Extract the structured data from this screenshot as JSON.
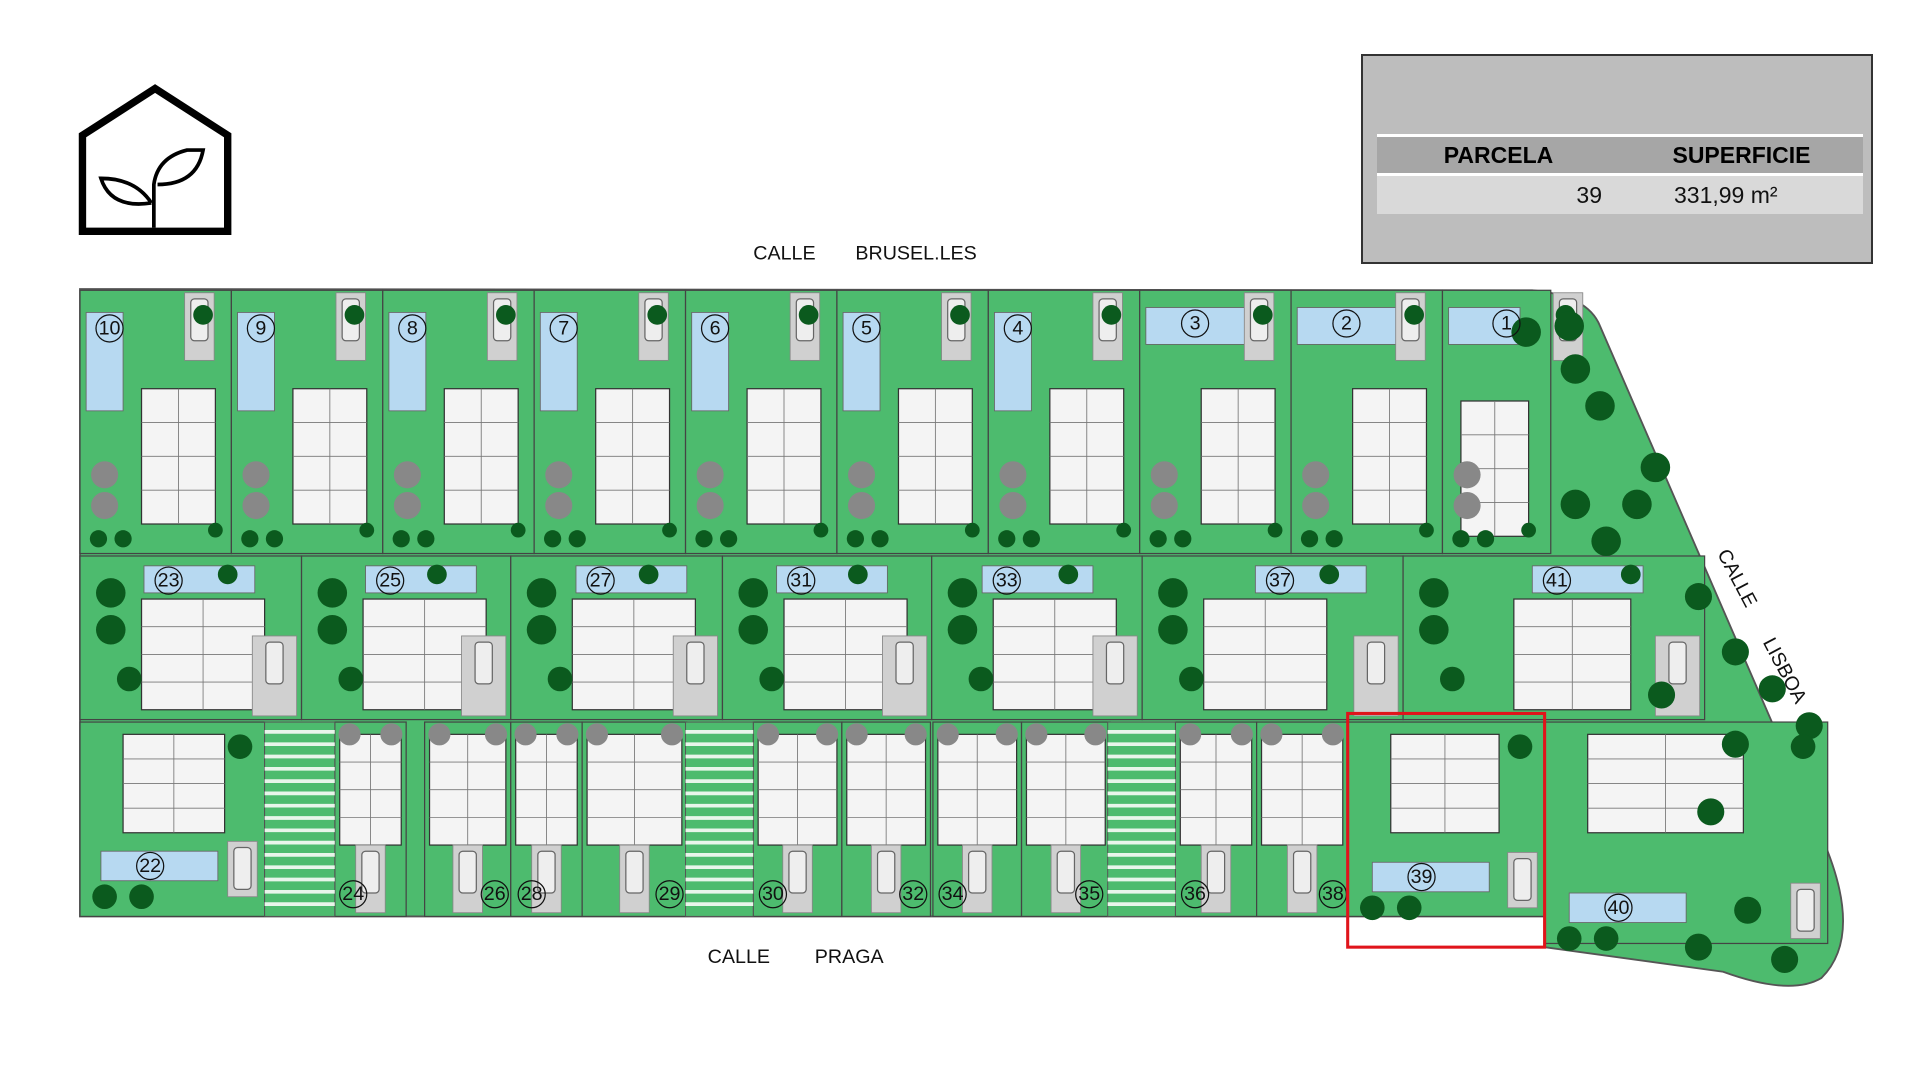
{
  "info_table": {
    "headers": [
      "PARCELA",
      "SUPERFICIE"
    ],
    "row": {
      "parcela": "39",
      "superficie": "331,99 m²"
    }
  },
  "streets": {
    "top": [
      "CALLE",
      "BRUSEL.LES"
    ],
    "bottom": [
      "CALLE",
      "PRAGA"
    ],
    "right": [
      "CALLE",
      "LISBOA"
    ]
  },
  "plots": {
    "top_row": [
      "10",
      "9",
      "8",
      "7",
      "6",
      "5",
      "4",
      "3",
      "2",
      "1"
    ],
    "middle_row": [
      "23",
      "25",
      "27",
      "31",
      "33",
      "37",
      "41"
    ],
    "bottom_row": [
      "22",
      "24",
      "26",
      "28",
      "29",
      "30",
      "32",
      "34",
      "35",
      "36",
      "38",
      "39",
      "40"
    ]
  },
  "selected_plot": "39",
  "colors": {
    "garden": "#4dbb6e",
    "tree": "#0b5a1e",
    "pool": "#b7d9f1",
    "paving": "#d9d9d9",
    "highlight": "#e0141b"
  }
}
